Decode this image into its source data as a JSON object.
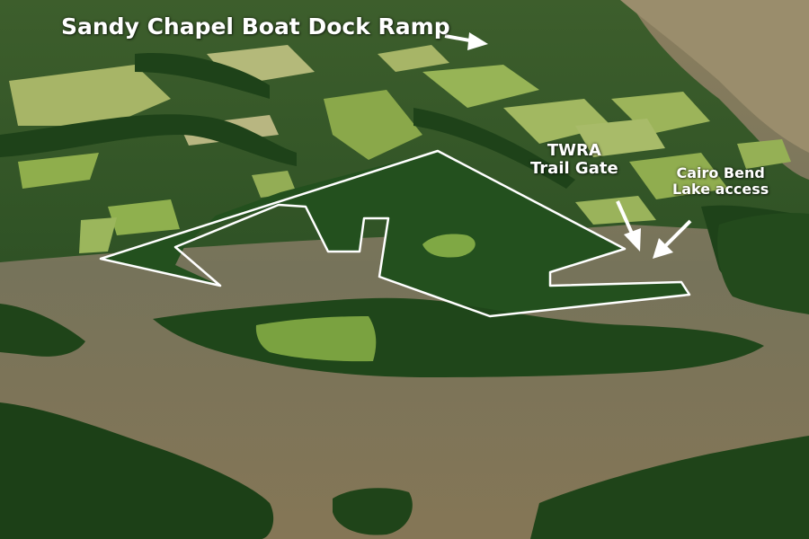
{
  "annotations": {
    "boat_ramp": "Sandy Chapel Boat Dock Ramp",
    "trail_gate_line1": "TWRA",
    "trail_gate_line2": "Trail Gate",
    "lake_access_line1": "Cairo Bend",
    "lake_access_line2": "Lake access"
  },
  "colors": {
    "river": "#7d7356",
    "forest": "#1f4a1c",
    "field": "#9fb35a",
    "boundary": "#ffffff",
    "label": "#ffffff"
  }
}
